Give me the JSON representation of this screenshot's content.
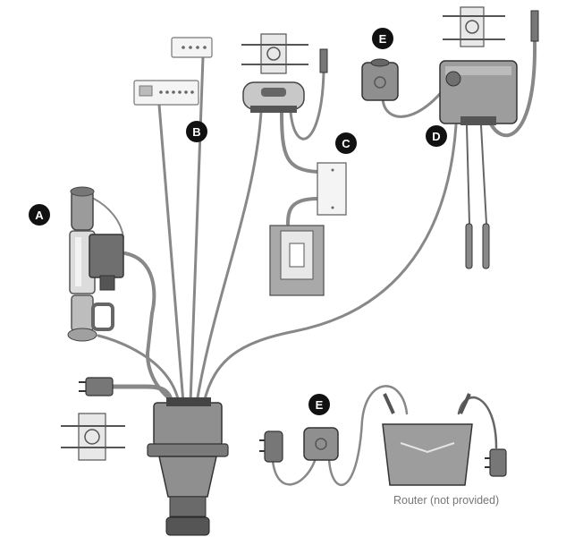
{
  "callouts": {
    "a": "A",
    "b": "B",
    "c": "C",
    "d": "D",
    "e_top": "E",
    "e_bottom": "E"
  },
  "router_caption": "Router (not provided)",
  "icons": [
    "heater-icon",
    "spa-side-control-icon",
    "auxiliary-keypad-icon",
    "junction-box-icon",
    "splitter-box-icon",
    "wall-switch-plate-icon",
    "wireless-adapter-icon",
    "control-module-icon",
    "sensor-probe-icon",
    "power-cord-plug-icon",
    "gfci-receptacle-icon",
    "main-control-pack-icon",
    "wall-adapter-icon",
    "wifi-router-icon"
  ],
  "colors": {
    "cable": "#8a8a8a",
    "cable_dark": "#555555",
    "device_body": "#9a9a9a",
    "device_light": "#d7d7d7",
    "badge": "#111111",
    "caption": "#777777"
  }
}
